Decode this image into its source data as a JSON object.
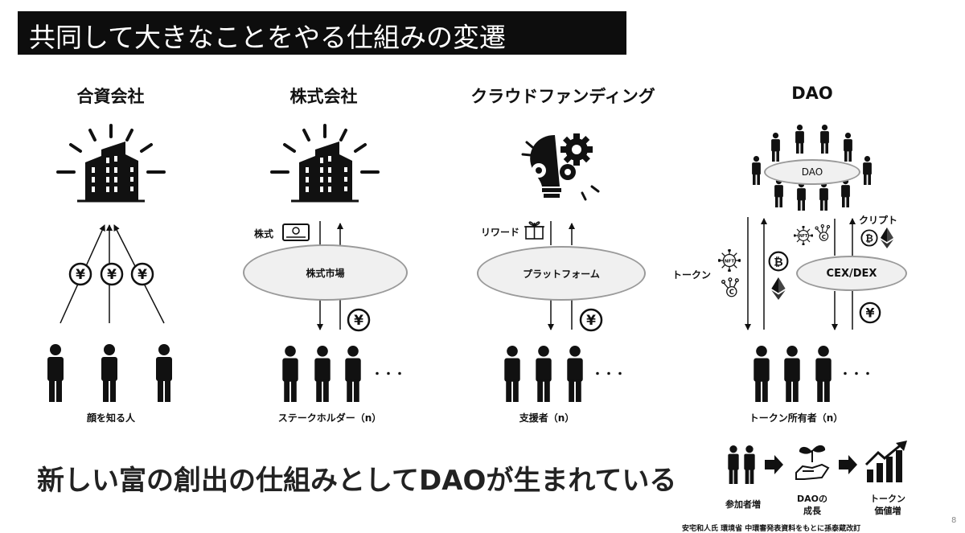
{
  "title": "共同して大きなことをやる仕組みの変遷",
  "columns": [
    {
      "title": "合資会社",
      "people_label": "顔を知る人"
    },
    {
      "title": "株式会社",
      "people_label": "ステークホルダー（n）",
      "flow_label": "株式",
      "ellipse_label": "株式市場"
    },
    {
      "title": "クラウドファンディング",
      "people_label": "支援者（n）",
      "flow_label": "リワード",
      "ellipse_label": "プラットフォーム"
    },
    {
      "title": "DAO",
      "people_label": "トークン所有者（n）",
      "flow_label_left": "トークン",
      "flow_label_right": "クリプト",
      "ellipse_label": "CEX/DEX",
      "dao_label": "DAO"
    }
  ],
  "coin_symbol": "¥",
  "ellipsis": "・・・",
  "bottom_message": "新しい富の創出の仕組みとしてDAOが生まれている",
  "growth_flow": {
    "step1": "参加者増",
    "step2_line1": "DAOの",
    "step2_line2": "成長",
    "step3_line1": "トークン",
    "step3_line2": "価値増"
  },
  "source": "安宅和人氏 環境省 中環審発表資料をもとに孫泰蔵改訂",
  "page_number": "8"
}
